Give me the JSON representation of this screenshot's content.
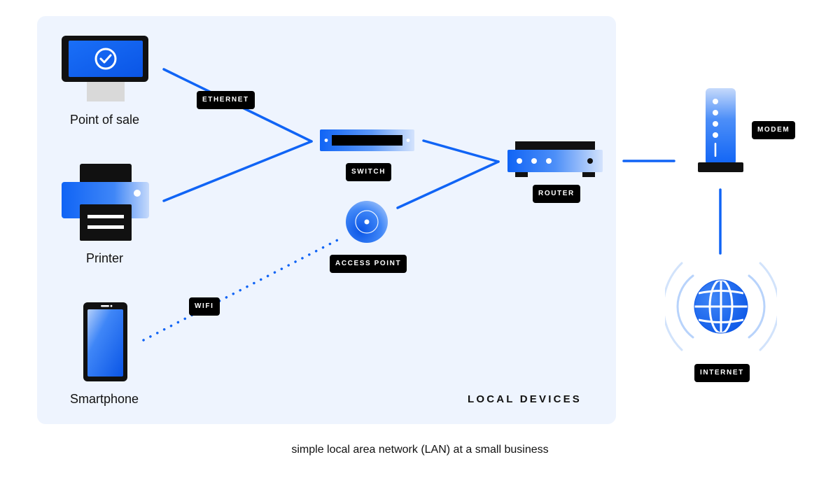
{
  "diagram": {
    "caption": "simple local area network (LAN) at a small business",
    "region_label": "LOCAL DEVICES",
    "devices": {
      "point_of_sale": "Point of sale",
      "printer": "Printer",
      "smartphone": "Smartphone"
    },
    "tags": {
      "ethernet": "ETHERNET",
      "switch": "SWITCH",
      "access_point": "ACCESS POINT",
      "wifi": "WIFI",
      "router": "ROUTER",
      "modem": "MODEM",
      "internet": "INTERNET"
    },
    "colors": {
      "accent_blue": "#1064f5",
      "panel_bg": "#eef4fe",
      "tag_bg": "#000000",
      "wave_light": "#c2d9fb"
    },
    "icons": [
      "pos-terminal-icon",
      "printer-icon",
      "smartphone-icon",
      "switch-icon",
      "access-point-icon",
      "router-icon",
      "modem-icon",
      "globe-icon"
    ]
  }
}
